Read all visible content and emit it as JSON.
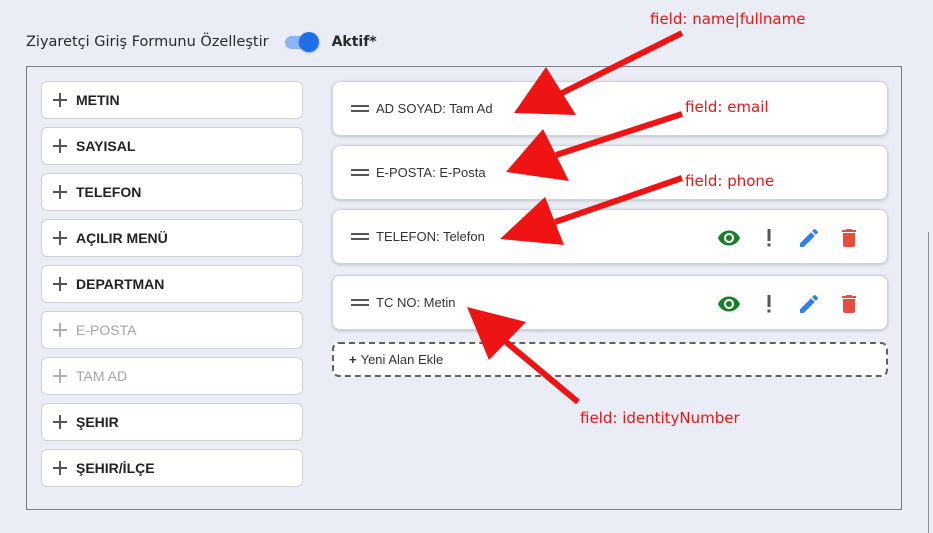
{
  "header": {
    "title": "Ziyaretçi Giriş Formunu Özelleştir",
    "toggle_on": true,
    "status": "Aktif*"
  },
  "field_types": [
    {
      "label": "METIN",
      "disabled": false
    },
    {
      "label": "SAYISAL",
      "disabled": false
    },
    {
      "label": "TELEFON",
      "disabled": false
    },
    {
      "label": "AÇILIR MENÜ",
      "disabled": false
    },
    {
      "label": "DEPARTMAN",
      "disabled": false
    },
    {
      "label": "E-POSTA",
      "disabled": true
    },
    {
      "label": "TAM AD",
      "disabled": true
    },
    {
      "label": "ŞEHIR",
      "disabled": false
    },
    {
      "label": "ŞEHIR/İLÇE",
      "disabled": false
    }
  ],
  "form_fields": [
    {
      "label": "AD SOYAD: Tam Ad",
      "actions": false
    },
    {
      "label": "E-POSTA: E-Posta",
      "actions": false
    },
    {
      "label": "TELEFON: Telefon",
      "actions": true
    },
    {
      "label": "TC NO: Metin",
      "actions": true
    }
  ],
  "add_field": {
    "plus": "+",
    "label": "Yeni Alan Ekle"
  },
  "annotations": [
    "field: name|fullname",
    "field: email",
    "field: phone",
    "field: identityNumber"
  ],
  "colors": {
    "eye": "#1b7e2c",
    "edit": "#2f80ed",
    "delete": "#e74c3c",
    "required": "#555555",
    "annotation": "#ee1414",
    "toggle": "#1e6fe8"
  }
}
